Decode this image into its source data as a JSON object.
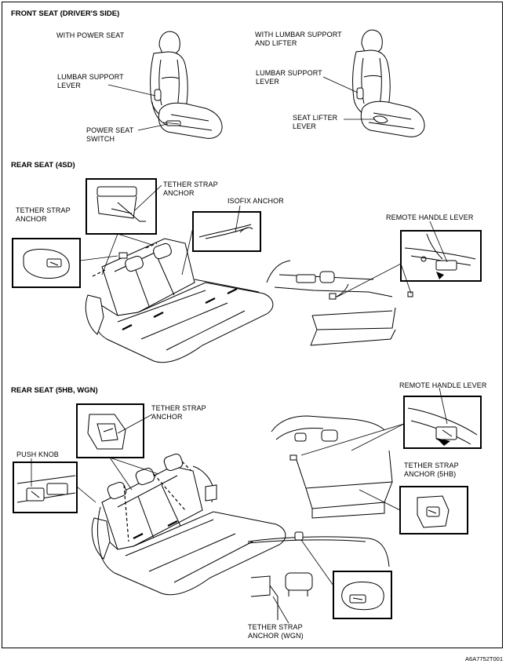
{
  "sections": {
    "front": "FRONT SEAT (DRIVER'S SIDE)",
    "rear_4sd": "REAR SEAT (4SD)",
    "rear_5hb": "REAR SEAT (5HB, WGN)"
  },
  "labels": {
    "with_power_seat": "WITH POWER SEAT",
    "lumbar_lever_1": "LUMBAR SUPPORT\nLEVER",
    "power_seat_switch": "POWER SEAT\nSWITCH",
    "with_lumbar_lifter": "WITH LUMBAR SUPPORT\nAND LIFTER",
    "lumbar_lever_2": "LUMBAR SUPPORT\nLEVER",
    "seat_lifter_lever": "SEAT LIFTER\nLEVER",
    "tether_anchor_top_4sd": "TETHER STRAP\nANCHOR",
    "tether_anchor_left_4sd": "TETHER STRAP\nANCHOR",
    "isofix_anchor": "ISOFIX ANCHOR",
    "remote_handle_4sd": "REMOTE HANDLE LEVER",
    "tether_anchor_5hb_top": "TETHER STRAP\nANCHOR",
    "push_knob": "PUSH KNOB",
    "remote_handle_5hb": "REMOTE HANDLE LEVER",
    "tether_anchor_5hb": "TETHER STRAP\nANCHOR (5HB)",
    "tether_anchor_wgn": "TETHER STRAP\nANCHOR (WGN)"
  },
  "figure_code": "A6A7752T001"
}
